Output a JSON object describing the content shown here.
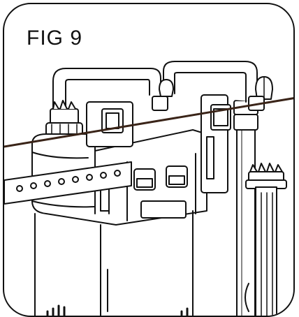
{
  "figure": {
    "label": "FIG 9"
  },
  "colors": {
    "line": "#111111",
    "fill": "#ffffff",
    "shade": "#dddddd",
    "cord": "#3a2418"
  },
  "parts": [
    "filter-housing",
    "filter-cartridge",
    "return-pipe",
    "intake-tube",
    "spray-bar",
    "mounting-clip-left",
    "mounting-clip-right",
    "flow-control-knob-left",
    "flow-control-knob-right",
    "intake-strainer",
    "tank-rim-line"
  ]
}
